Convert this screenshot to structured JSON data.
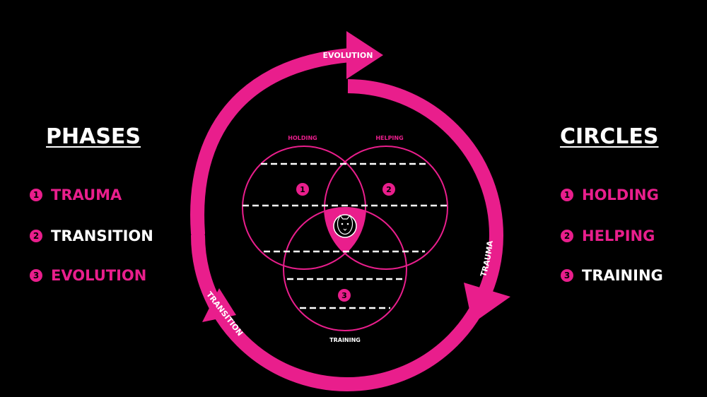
{
  "colors": {
    "accent": "#e91e8c",
    "text": "#ffffff",
    "background": "#000000"
  },
  "phases": {
    "heading": "PHASES",
    "items": [
      {
        "number": "1",
        "label": "TRAUMA",
        "color": "#e91e8c"
      },
      {
        "number": "2",
        "label": "TRANSITION",
        "color": "#ffffff"
      },
      {
        "number": "3",
        "label": "EVOLUTION",
        "color": "#e91e8c"
      }
    ]
  },
  "circles": {
    "heading": "CIRCLES",
    "items": [
      {
        "number": "1",
        "label": "HOLDING",
        "color": "#e91e8c"
      },
      {
        "number": "2",
        "label": "HELPING",
        "color": "#e91e8c"
      },
      {
        "number": "3",
        "label": "TRAINING",
        "color": "#ffffff"
      }
    ]
  },
  "diagram": {
    "arrow_labels": {
      "evolution": "EVOLUTION",
      "trauma": "TRAUMA",
      "transition": "TRANSITION"
    },
    "circle_labels": {
      "holding": "HOLDING",
      "helping": "HELPING",
      "training": "TRAINING"
    },
    "circle_numbers": {
      "holding": "1",
      "helping": "2",
      "training": "3"
    },
    "center_icon": "leopard-head-icon"
  }
}
